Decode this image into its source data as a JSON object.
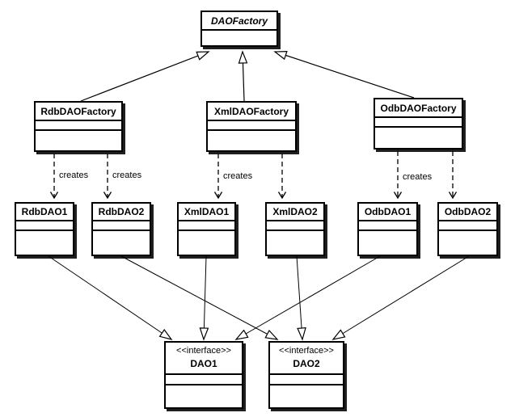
{
  "diagram": {
    "kind": "uml-class-diagram",
    "subject": "DAO Factory pattern",
    "colors": {
      "background": "#ffffff",
      "line": "#000000",
      "box_fill": "#ffffff",
      "shadow": "#1f1f1f"
    }
  },
  "labels": {
    "creates": "creates"
  },
  "classes": {
    "daofactory": {
      "name": "DAOFactory",
      "abstract": true
    },
    "rdbdaofactory": {
      "name": "RdbDAOFactory"
    },
    "xmldaofactory": {
      "name": "XmlDAOFactory"
    },
    "odbdaofactory": {
      "name": "OdbDAOFactory"
    },
    "rdbdao1": {
      "name": "RdbDAO1"
    },
    "rdbdao2": {
      "name": "RdbDAO2"
    },
    "xmldao1": {
      "name": "XmlDAO1"
    },
    "xmldao2": {
      "name": "XmlDAO2"
    },
    "odbdao1": {
      "name": "OdbDAO1"
    },
    "odbdao2": {
      "name": "OdbDAO2"
    },
    "dao1": {
      "name": "DAO1",
      "stereotype": "<<interface>>"
    },
    "dao2": {
      "name": "DAO2",
      "stereotype": "<<interface>>"
    }
  },
  "relationships": [
    {
      "from": "RdbDAOFactory",
      "to": "DAOFactory",
      "type": "generalization",
      "label": ""
    },
    {
      "from": "XmlDAOFactory",
      "to": "DAOFactory",
      "type": "generalization",
      "label": ""
    },
    {
      "from": "OdbDAOFactory",
      "to": "DAOFactory",
      "type": "generalization",
      "label": ""
    },
    {
      "from": "RdbDAOFactory",
      "to": "RdbDAO1",
      "type": "dependency",
      "label": "creates"
    },
    {
      "from": "RdbDAOFactory",
      "to": "RdbDAO2",
      "type": "dependency",
      "label": "creates"
    },
    {
      "from": "XmlDAOFactory",
      "to": "XmlDAO1",
      "type": "dependency",
      "label": "creates"
    },
    {
      "from": "XmlDAOFactory",
      "to": "XmlDAO2",
      "type": "dependency",
      "label": ""
    },
    {
      "from": "OdbDAOFactory",
      "to": "OdbDAO1",
      "type": "dependency",
      "label": "creates"
    },
    {
      "from": "OdbDAOFactory",
      "to": "OdbDAO2",
      "type": "dependency",
      "label": ""
    },
    {
      "from": "RdbDAO1",
      "to": "DAO1",
      "type": "realization",
      "label": ""
    },
    {
      "from": "XmlDAO1",
      "to": "DAO1",
      "type": "realization",
      "label": ""
    },
    {
      "from": "OdbDAO1",
      "to": "DAO1",
      "type": "realization",
      "label": ""
    },
    {
      "from": "RdbDAO2",
      "to": "DAO2",
      "type": "realization",
      "label": ""
    },
    {
      "from": "XmlDAO2",
      "to": "DAO2",
      "type": "realization",
      "label": ""
    },
    {
      "from": "OdbDAO2",
      "to": "DAO2",
      "type": "realization",
      "label": ""
    }
  ]
}
